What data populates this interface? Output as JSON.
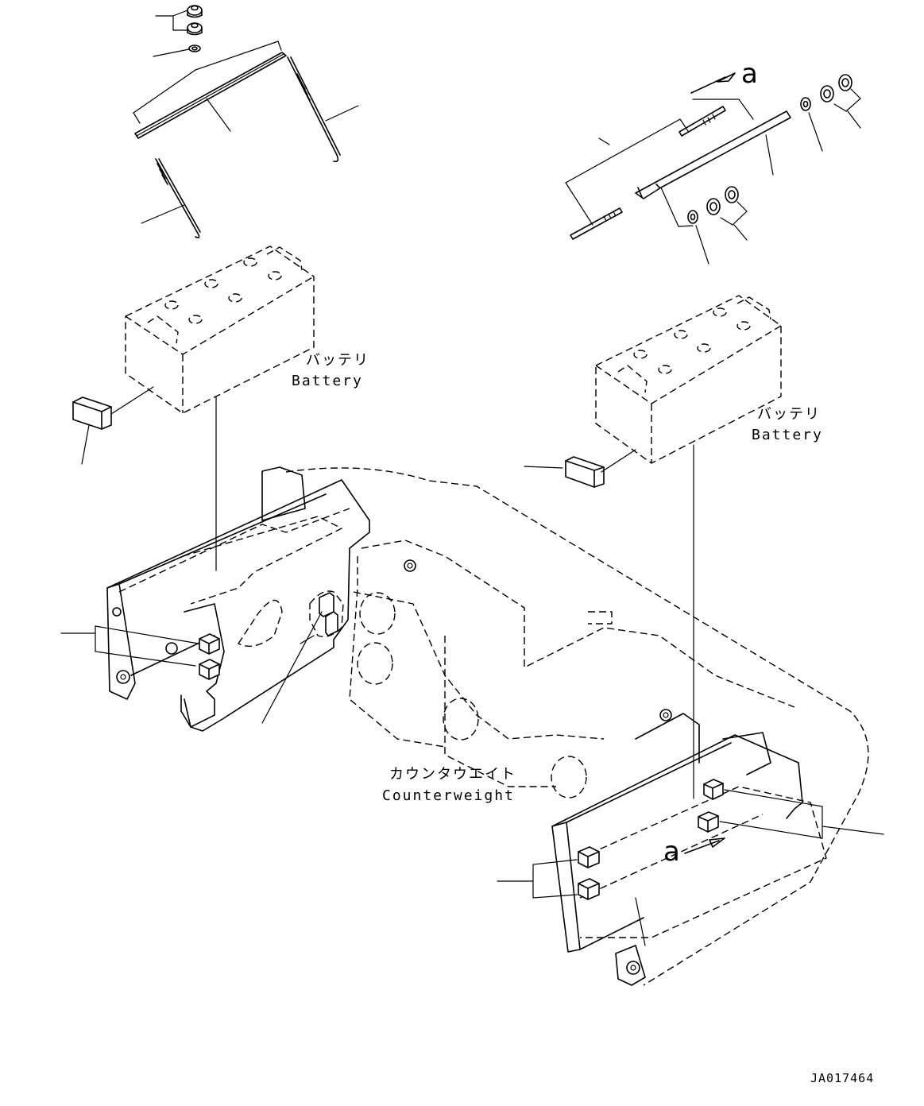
{
  "labels": {
    "battery_left_jp": "バッテリ",
    "battery_left_en": "Battery",
    "battery_right_jp": "バッテリ",
    "battery_right_en": "Battery",
    "counterweight_jp": "カウンタウエイト",
    "counterweight_en": "Counterweight",
    "view_arrow_top": "a",
    "view_arrow_bottom": "a",
    "drawing_code": "JA017464"
  }
}
